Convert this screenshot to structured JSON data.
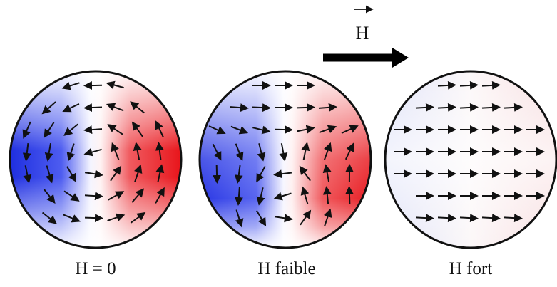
{
  "field": {
    "label": "H"
  },
  "panels": [
    {
      "id": "h-zero",
      "caption": "H = 0"
    },
    {
      "id": "h-weak",
      "caption": "H faible"
    },
    {
      "id": "h-strong",
      "caption": "H fort"
    }
  ],
  "colors": {
    "positive": "#e8151b",
    "negative": "#1f2fe0",
    "outline": "#111111",
    "arrow": "#111111"
  }
}
